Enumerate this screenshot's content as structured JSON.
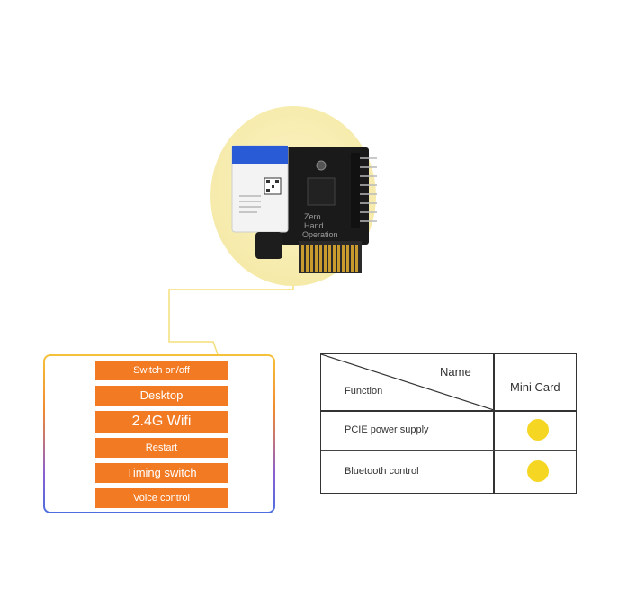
{
  "board": {
    "silkscreen": [
      "Zero",
      "Hand",
      "Operation"
    ]
  },
  "features": [
    {
      "label": "Switch on/off",
      "size": "s"
    },
    {
      "label": "Desktop",
      "size": "m"
    },
    {
      "label": "2.4G Wifi",
      "size": "l"
    },
    {
      "label": "Restart",
      "size": "s"
    },
    {
      "label": "Timing switch",
      "size": "m"
    },
    {
      "label": "Voice control",
      "size": "s"
    }
  ],
  "table": {
    "header_name": "Name",
    "header_function": "Function",
    "column": "Mini Card",
    "rows": [
      {
        "function": "PCIE power supply",
        "supported": true
      },
      {
        "function": "Bluetooth control",
        "supported": true
      }
    ]
  },
  "colors": {
    "feature_bg": "#f27a23",
    "circle_bg": "#f8efb6",
    "dot": "#f5d623",
    "connector": "#f3df7a"
  }
}
